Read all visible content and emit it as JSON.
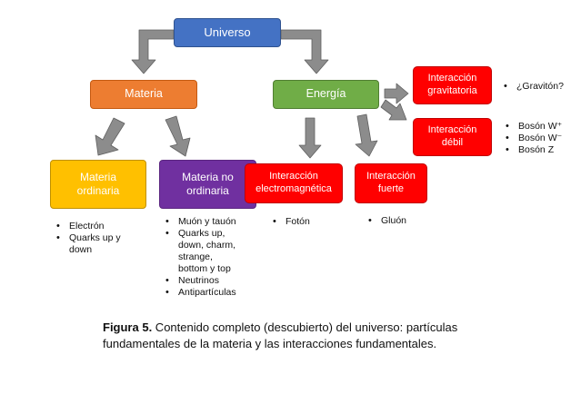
{
  "diagram": {
    "universe": "Universo",
    "materia": "Materia",
    "energia": "Energía",
    "ordinaria": "Materia\nordinaria",
    "no_ordinaria": "Materia no\nordinaria",
    "em": "Interacción\nelectromagnética",
    "fuerte": "Interacción\nfuerte",
    "grav": "Interacción\ngravitatoria",
    "debil": "Interacción\ndébil"
  },
  "lists": {
    "ordinaria": [
      "Electrón",
      "Quarks up y\ndown"
    ],
    "no_ordinaria": [
      "Muón y tauón",
      "Quarks  up,\ndown, charm,\nstrange,\nbottom y top",
      "Neutrinos",
      "Antipartículas"
    ],
    "em": [
      "Fotón"
    ],
    "fuerte": [
      "Gluón"
    ],
    "grav": [
      "¿Gravitón?"
    ],
    "debil": [
      "Bosón W⁺",
      "Bosón W⁻",
      "Bosón Z"
    ]
  },
  "caption": {
    "label": "Figura 5.",
    "text": " Contenido completo (descubierto) del universo: partículas fundamentales de la materia y las interacciones fundamentales."
  },
  "colors": {
    "universe": "#4472C4",
    "materia": "#ED7D31",
    "energia": "#70AD47",
    "ordinaria": "#FFC000",
    "no_ordinaria": "#7030A0",
    "interaction": "#FF0000",
    "arrow": "#8C8C8C"
  }
}
